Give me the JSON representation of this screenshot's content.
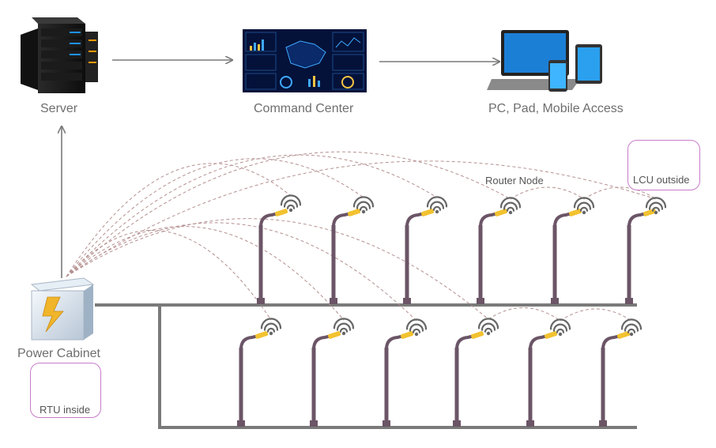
{
  "labels": {
    "server": "Server",
    "command_center": "Command Center",
    "access": "PC, Pad, Mobile Access",
    "router_node": "Router Node",
    "lcu": "LCU outside",
    "power_cabinet": "Power Cabinet",
    "rtu": "RTU inside"
  },
  "icons": [
    "server-icon",
    "dashboard-screen-icon",
    "devices-icon",
    "wifi-icon",
    "street-light-icon",
    "lcu-device-icon",
    "power-cabinet-icon",
    "rtu-meter-icon"
  ],
  "colors": {
    "pole": "#6b5566",
    "lamp_glow": "#f2c230",
    "wire": "#7a7a7a",
    "link": "#b59090",
    "bubble_border": "#c77cc9",
    "text": "#6e6e6e"
  }
}
